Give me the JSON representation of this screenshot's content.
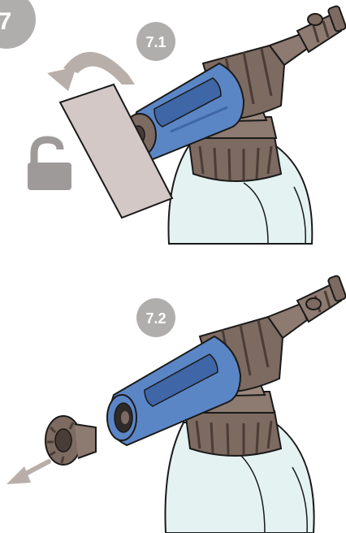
{
  "step_number": "7",
  "substeps": [
    {
      "label": "7.1"
    },
    {
      "label": "7.2"
    }
  ],
  "colors": {
    "badge": "#b0adad",
    "bottle": "#e4f2f2",
    "cap_brown": "#7d6a60",
    "cap_dark": "#4a3c36",
    "nozzle_blue": "#5b86c6",
    "nozzle_blue_dark": "#3f66a6",
    "arrow_gray": "#b8aeaa",
    "card_fill": "#d3c8c6",
    "lock_gray": "#9e9a9a",
    "outline": "#1a1a1a"
  },
  "icons": [
    "rotate-arrow-icon",
    "unlock-icon",
    "pull-out-arrow-icon"
  ]
}
